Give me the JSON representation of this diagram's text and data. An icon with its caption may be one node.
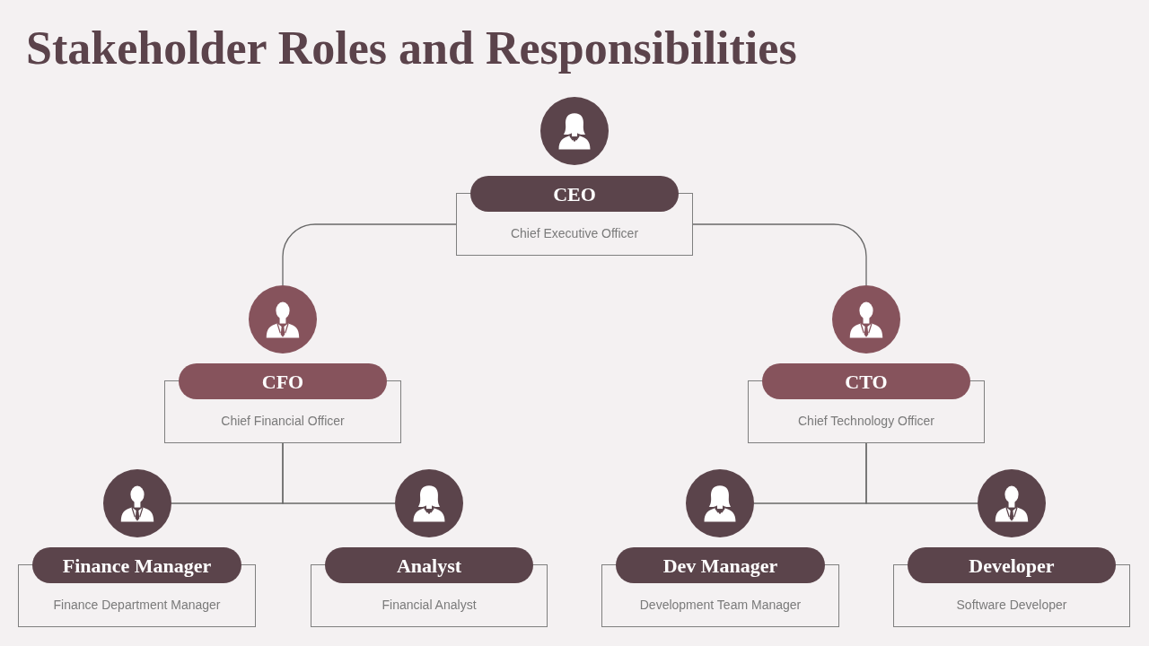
{
  "diagram": {
    "title": "Stakeholder Roles and Responsibilities",
    "nodes": [
      {
        "text": [],
        "shape": "person"
      },
      {
        "text": [
          "CEO",
          "Chief Executive Officer"
        ]
      },
      {
        "text": [],
        "shape": "person"
      },
      {
        "text": [
          "CFO",
          "Chief Financial Officer"
        ]
      },
      {
        "text": [],
        "shape": "person"
      },
      {
        "text": [
          "CTO",
          "Chief Technology Officer"
        ]
      },
      {
        "text": [],
        "shape": "person"
      },
      {
        "text": [
          "Finance Manager",
          "Finance Department Manager"
        ]
      },
      {
        "text": [],
        "shape": "person"
      },
      {
        "text": [
          "Analyst",
          "Financial Analyst"
        ]
      },
      {
        "text": [],
        "shape": "person"
      },
      {
        "text": [
          "Dev Manager",
          "Development Team Manager"
        ]
      },
      {
        "text": [],
        "shape": "person"
      },
      {
        "text": [
          "Developer",
          "Software Developer"
        ]
      }
    ],
    "edges": [
      {
        "from": 1,
        "to": 2,
        "arrow": "none"
      },
      {
        "from": 1,
        "to": 4,
        "arrow": "none"
      },
      {
        "from": 3,
        "to": 6,
        "arrow": "none"
      },
      {
        "from": 3,
        "to": 8,
        "arrow": "none"
      },
      {
        "from": 5,
        "to": 10,
        "arrow": "none"
      },
      {
        "from": 5,
        "to": 12,
        "arrow": "none"
      }
    ]
  }
}
